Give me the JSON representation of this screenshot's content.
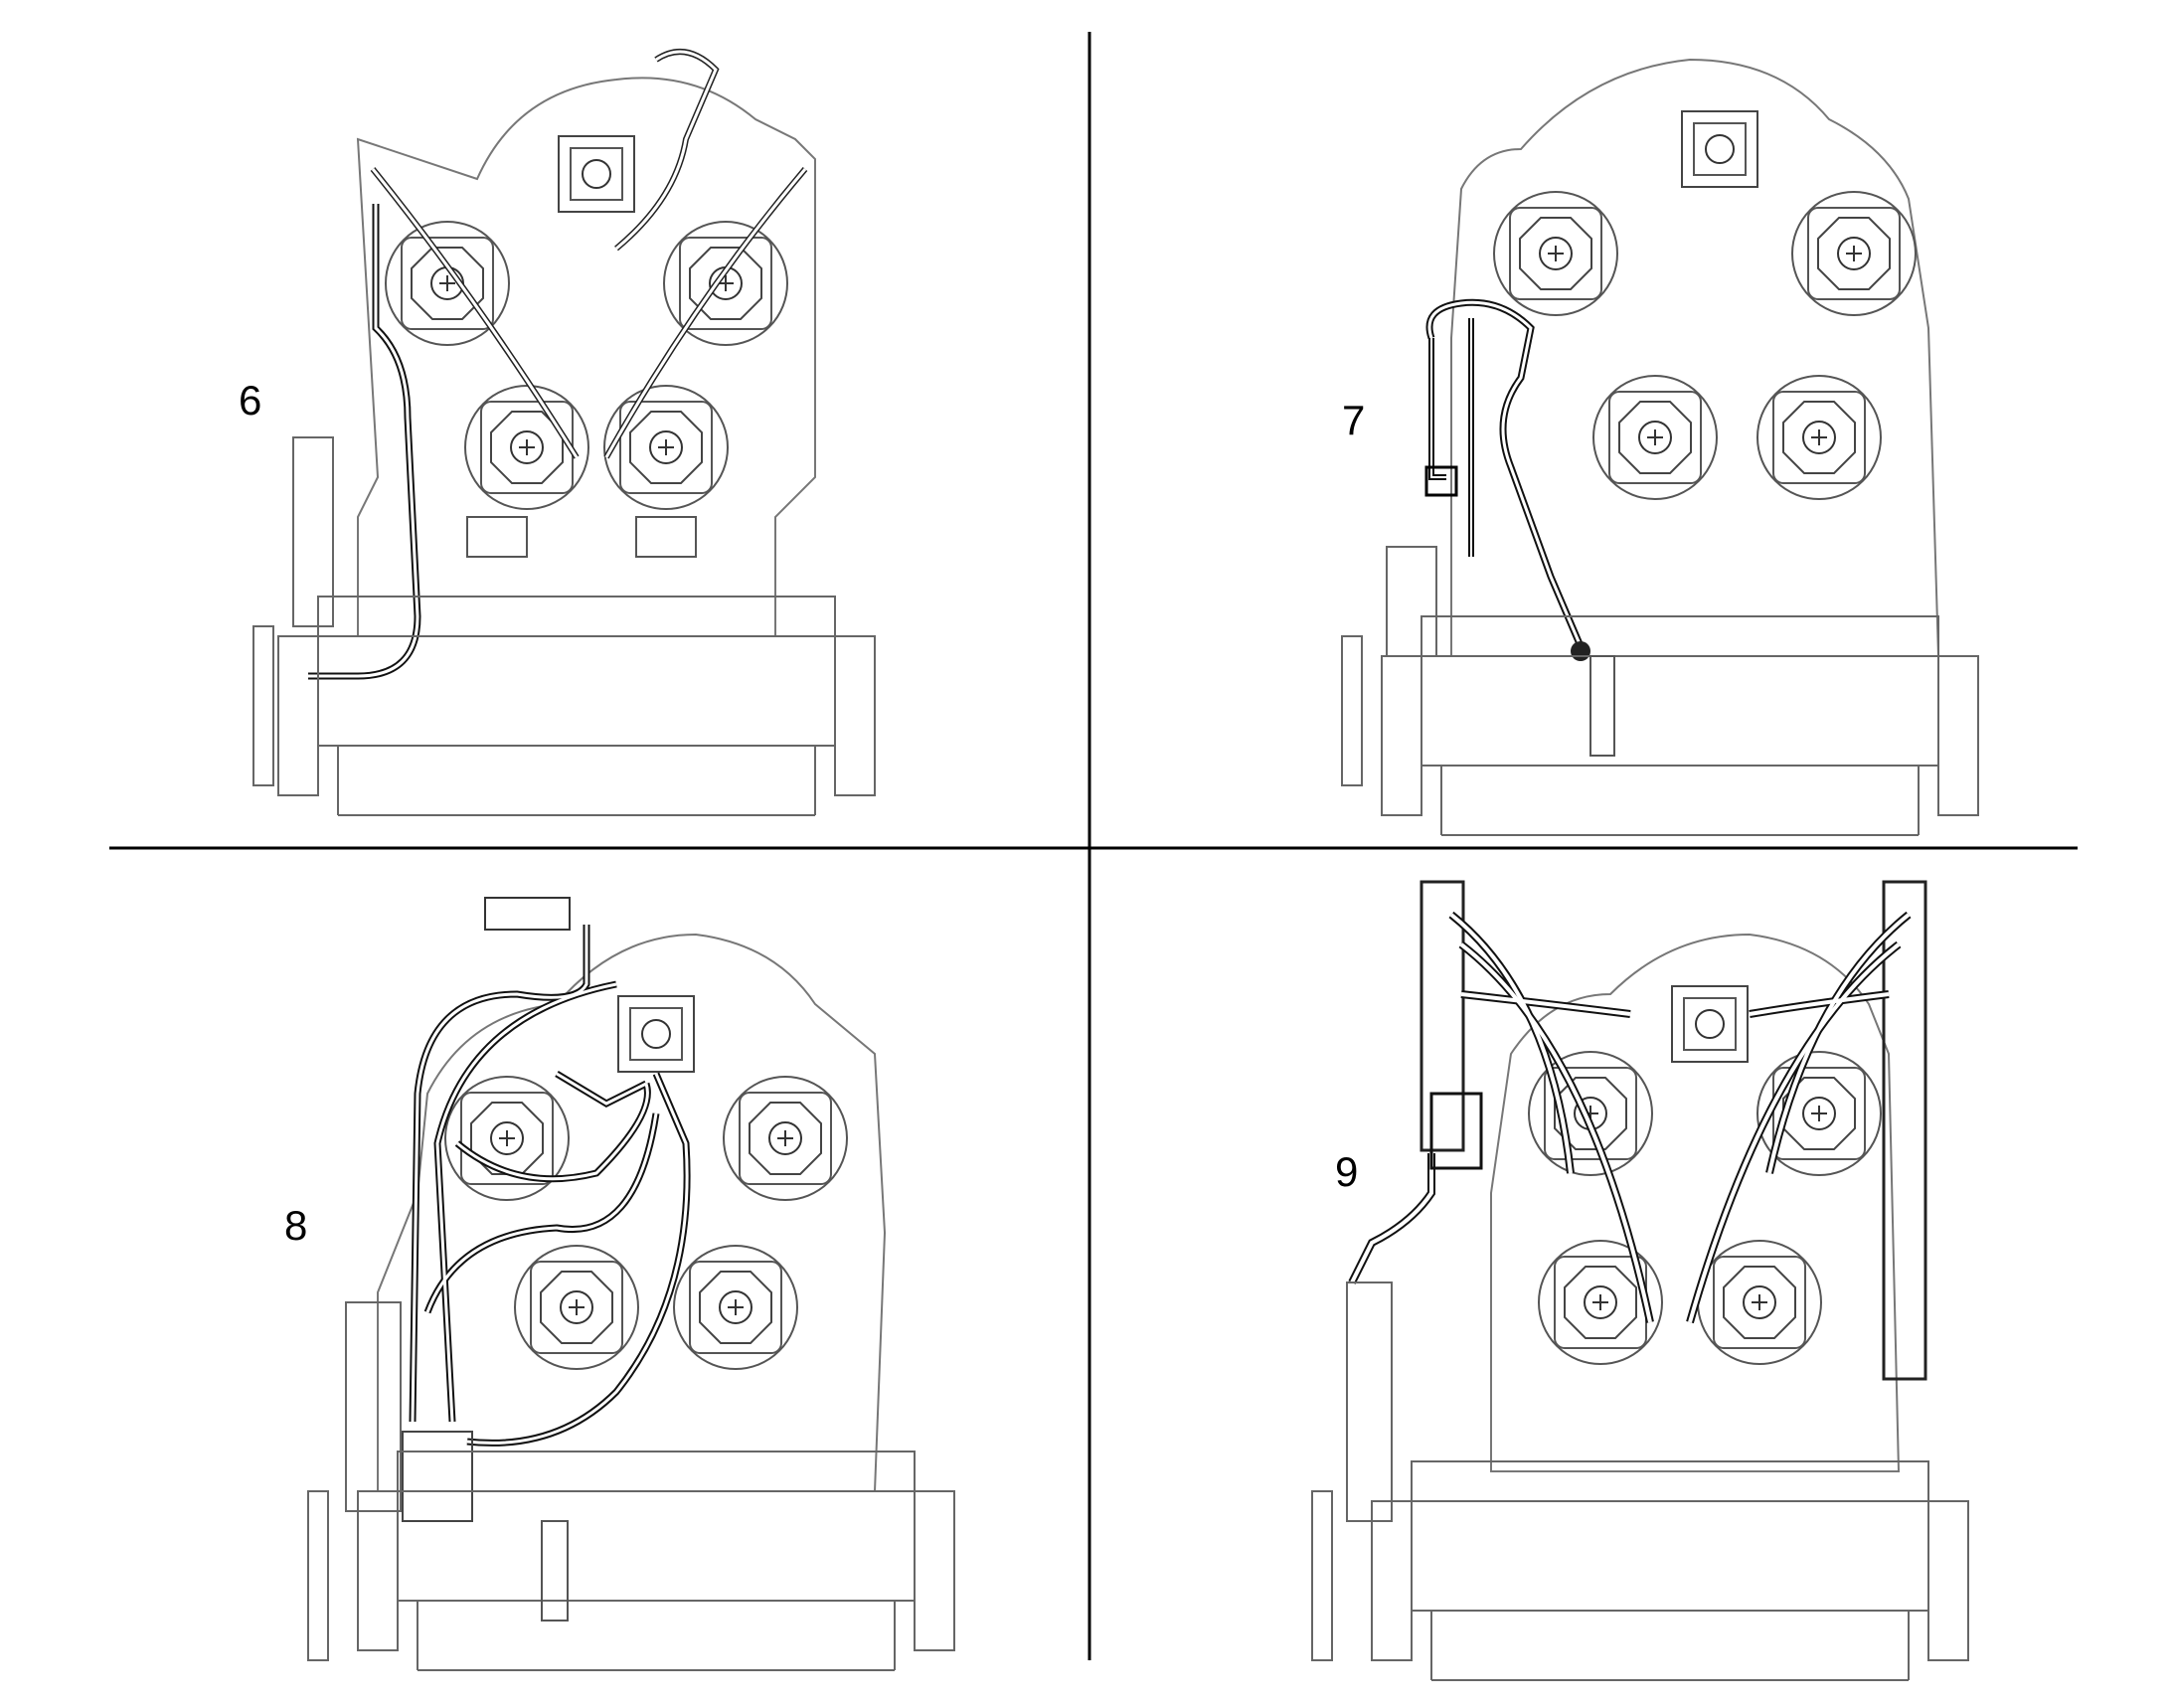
{
  "panels": [
    {
      "step": "6"
    },
    {
      "step": "7"
    },
    {
      "step": "8"
    },
    {
      "step": "9"
    }
  ],
  "colors": {
    "ink": "#000000",
    "background": "#ffffff"
  }
}
